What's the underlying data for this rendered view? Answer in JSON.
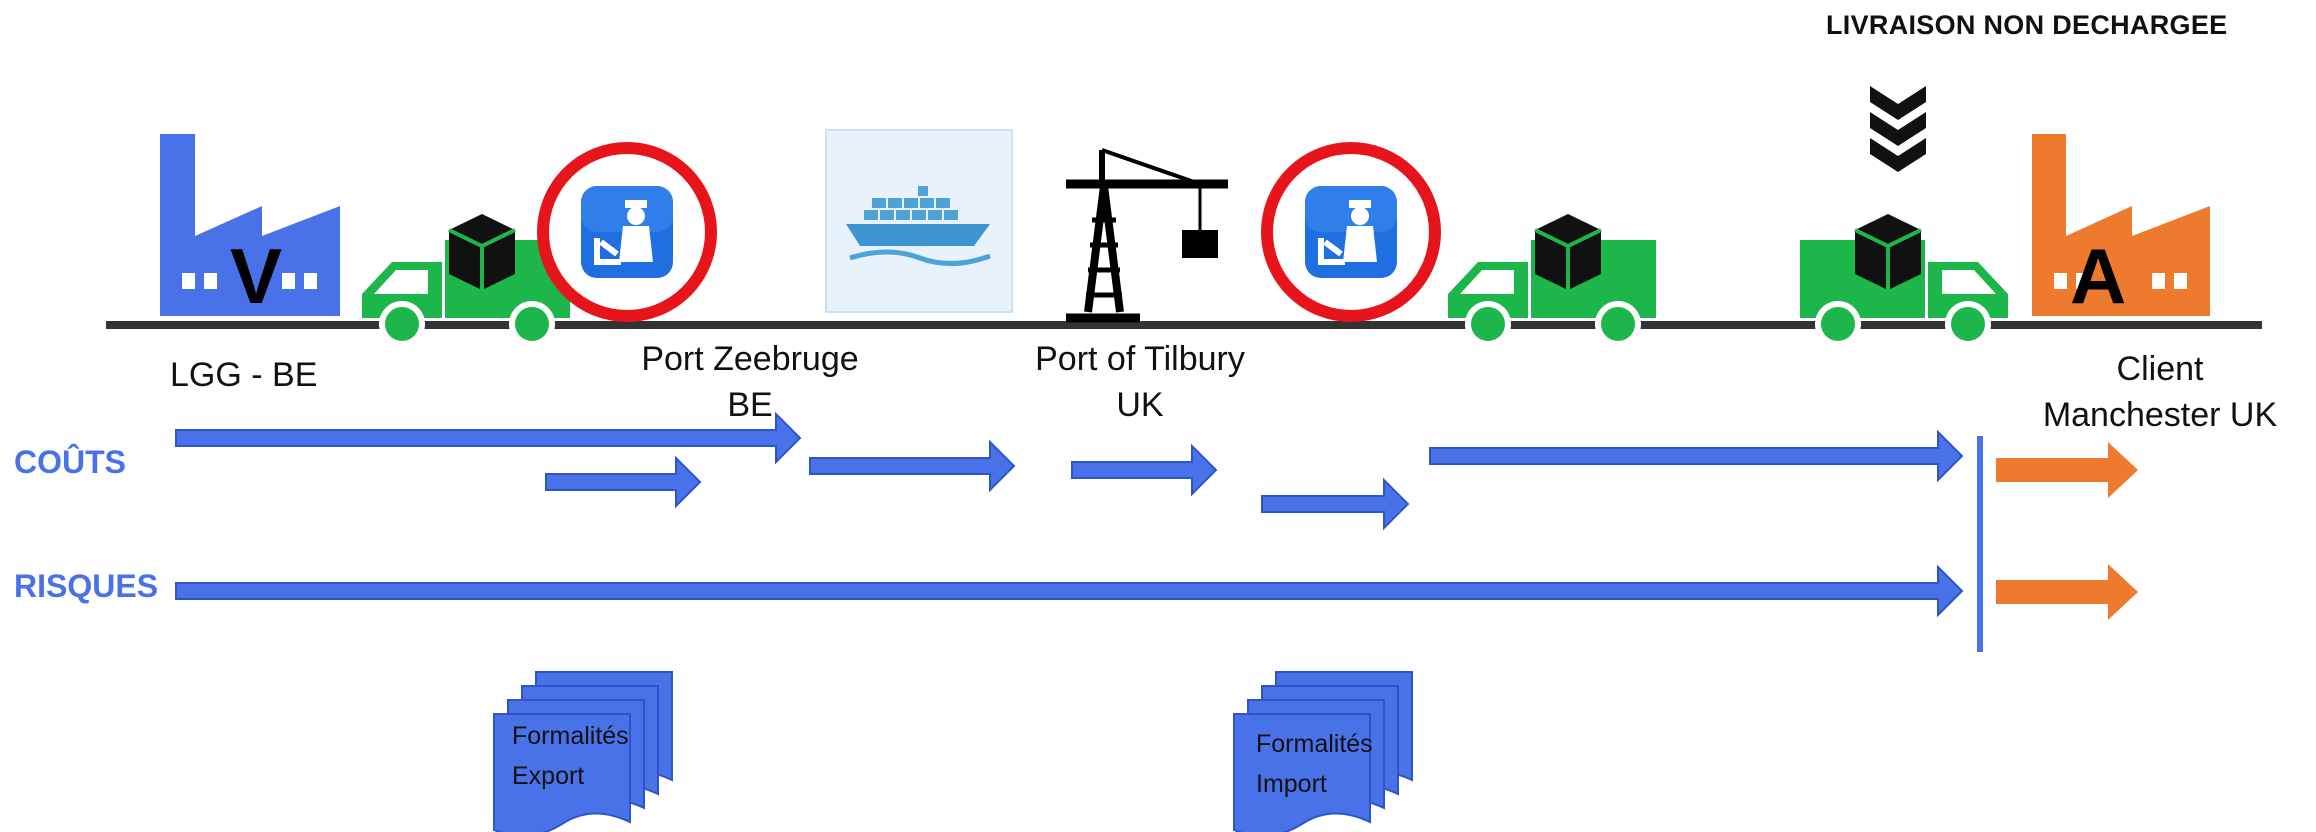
{
  "banner": "LIVRAISON NON DECHARGEE",
  "seller_letter": "V",
  "buyer_letter": "A",
  "places": {
    "seller": "LGG - BE",
    "port_export": "Port Zeebruge\nBE",
    "port_import": "Port of Tilbury\nUK",
    "buyer": "Client\nManchester UK"
  },
  "rows": {
    "costs": "COÛTS",
    "risks": "RISQUES"
  },
  "documents": {
    "export": "Formalités\nExport",
    "import": "Formalités\nImport"
  },
  "colors": {
    "seller_blue": "#4A72E8",
    "buyer_orange": "#EE7A2E",
    "truck_green": "#1DB64A",
    "customs_ring": "#E8141B",
    "customs_badge": "#1F6FE0",
    "ship_tile": "#E8F2FB",
    "ground_line": "#333333"
  },
  "icons": [
    "factory-icon",
    "truck-icon",
    "customs-officer-icon",
    "cargo-ship-icon",
    "port-crane-icon",
    "unload-chevrons-icon",
    "document-stack-icon"
  ]
}
